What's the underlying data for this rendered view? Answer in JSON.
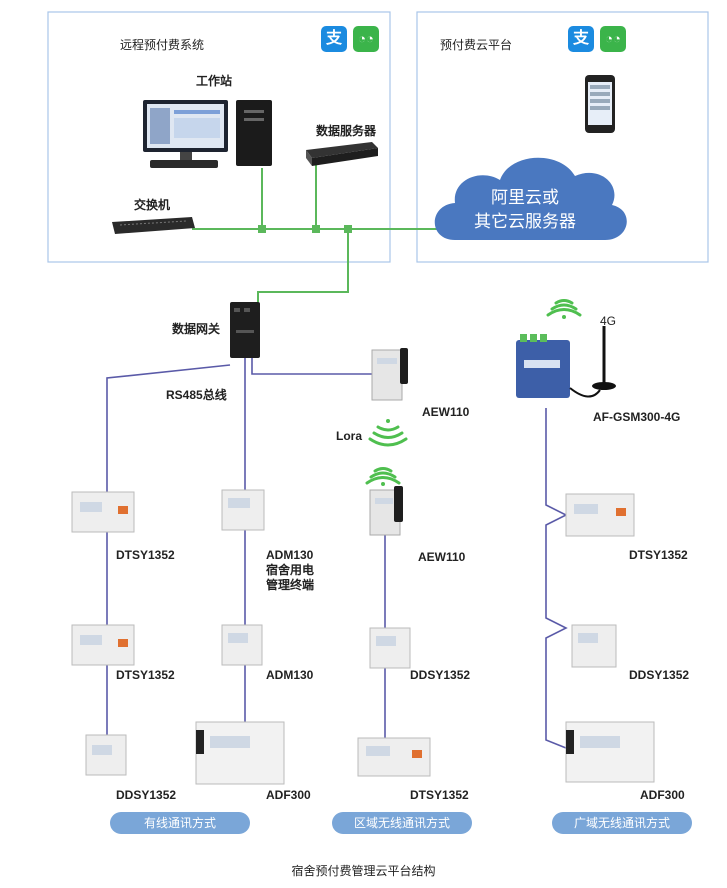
{
  "panels": {
    "remote_system_title": "远程预付费系统",
    "cloud_platform_title": "预付费云平台"
  },
  "labels": {
    "workstation": "工作站",
    "data_server": "数据服务器",
    "switch": "交换机",
    "cloud_line1": "阿里云或",
    "cloud_line2": "其它云服务器",
    "data_gateway": "数据网关",
    "rs485_bus": "RS485总线",
    "aew110_top": "AEW110",
    "lora": "Lora",
    "aew110_bottom": "AEW110",
    "signal_4g": "4G",
    "gsm_module": "AF-GSM300-4G",
    "col1_meter1": "DTSY1352",
    "col1_meter2": "DTSY1352",
    "col1_meter3": "DDSY1352",
    "col2_meter1_line1": "ADM130",
    "col2_meter1_line2": "宿舍用电",
    "col2_meter1_line3": "管理终端",
    "col2_meter2": "ADM130",
    "col2_meter3": "ADF300",
    "col3_meter1": "DDSY1352",
    "col3_meter2": "DTSY1352",
    "col4_meter1": "DTSY1352",
    "col4_meter2": "DDSY1352",
    "col4_meter3": "ADF300"
  },
  "pay_icons": {
    "alipay_glyph": "支",
    "wechat_glyph": "◔◔"
  },
  "modes": {
    "wired": "有线通讯方式",
    "local_wireless": "区域无线通讯方式",
    "wide_wireless": "广域无线通讯方式"
  },
  "caption": "宿舍预付费管理云平台结构",
  "colors": {
    "panel_border": "#a9c6e8",
    "green_line": "#5bb85b",
    "bus_line": "#5a5aa8",
    "cloud": "#4a78c0",
    "pill": "#7aa6d8",
    "wifi": "#4fbf4f"
  }
}
